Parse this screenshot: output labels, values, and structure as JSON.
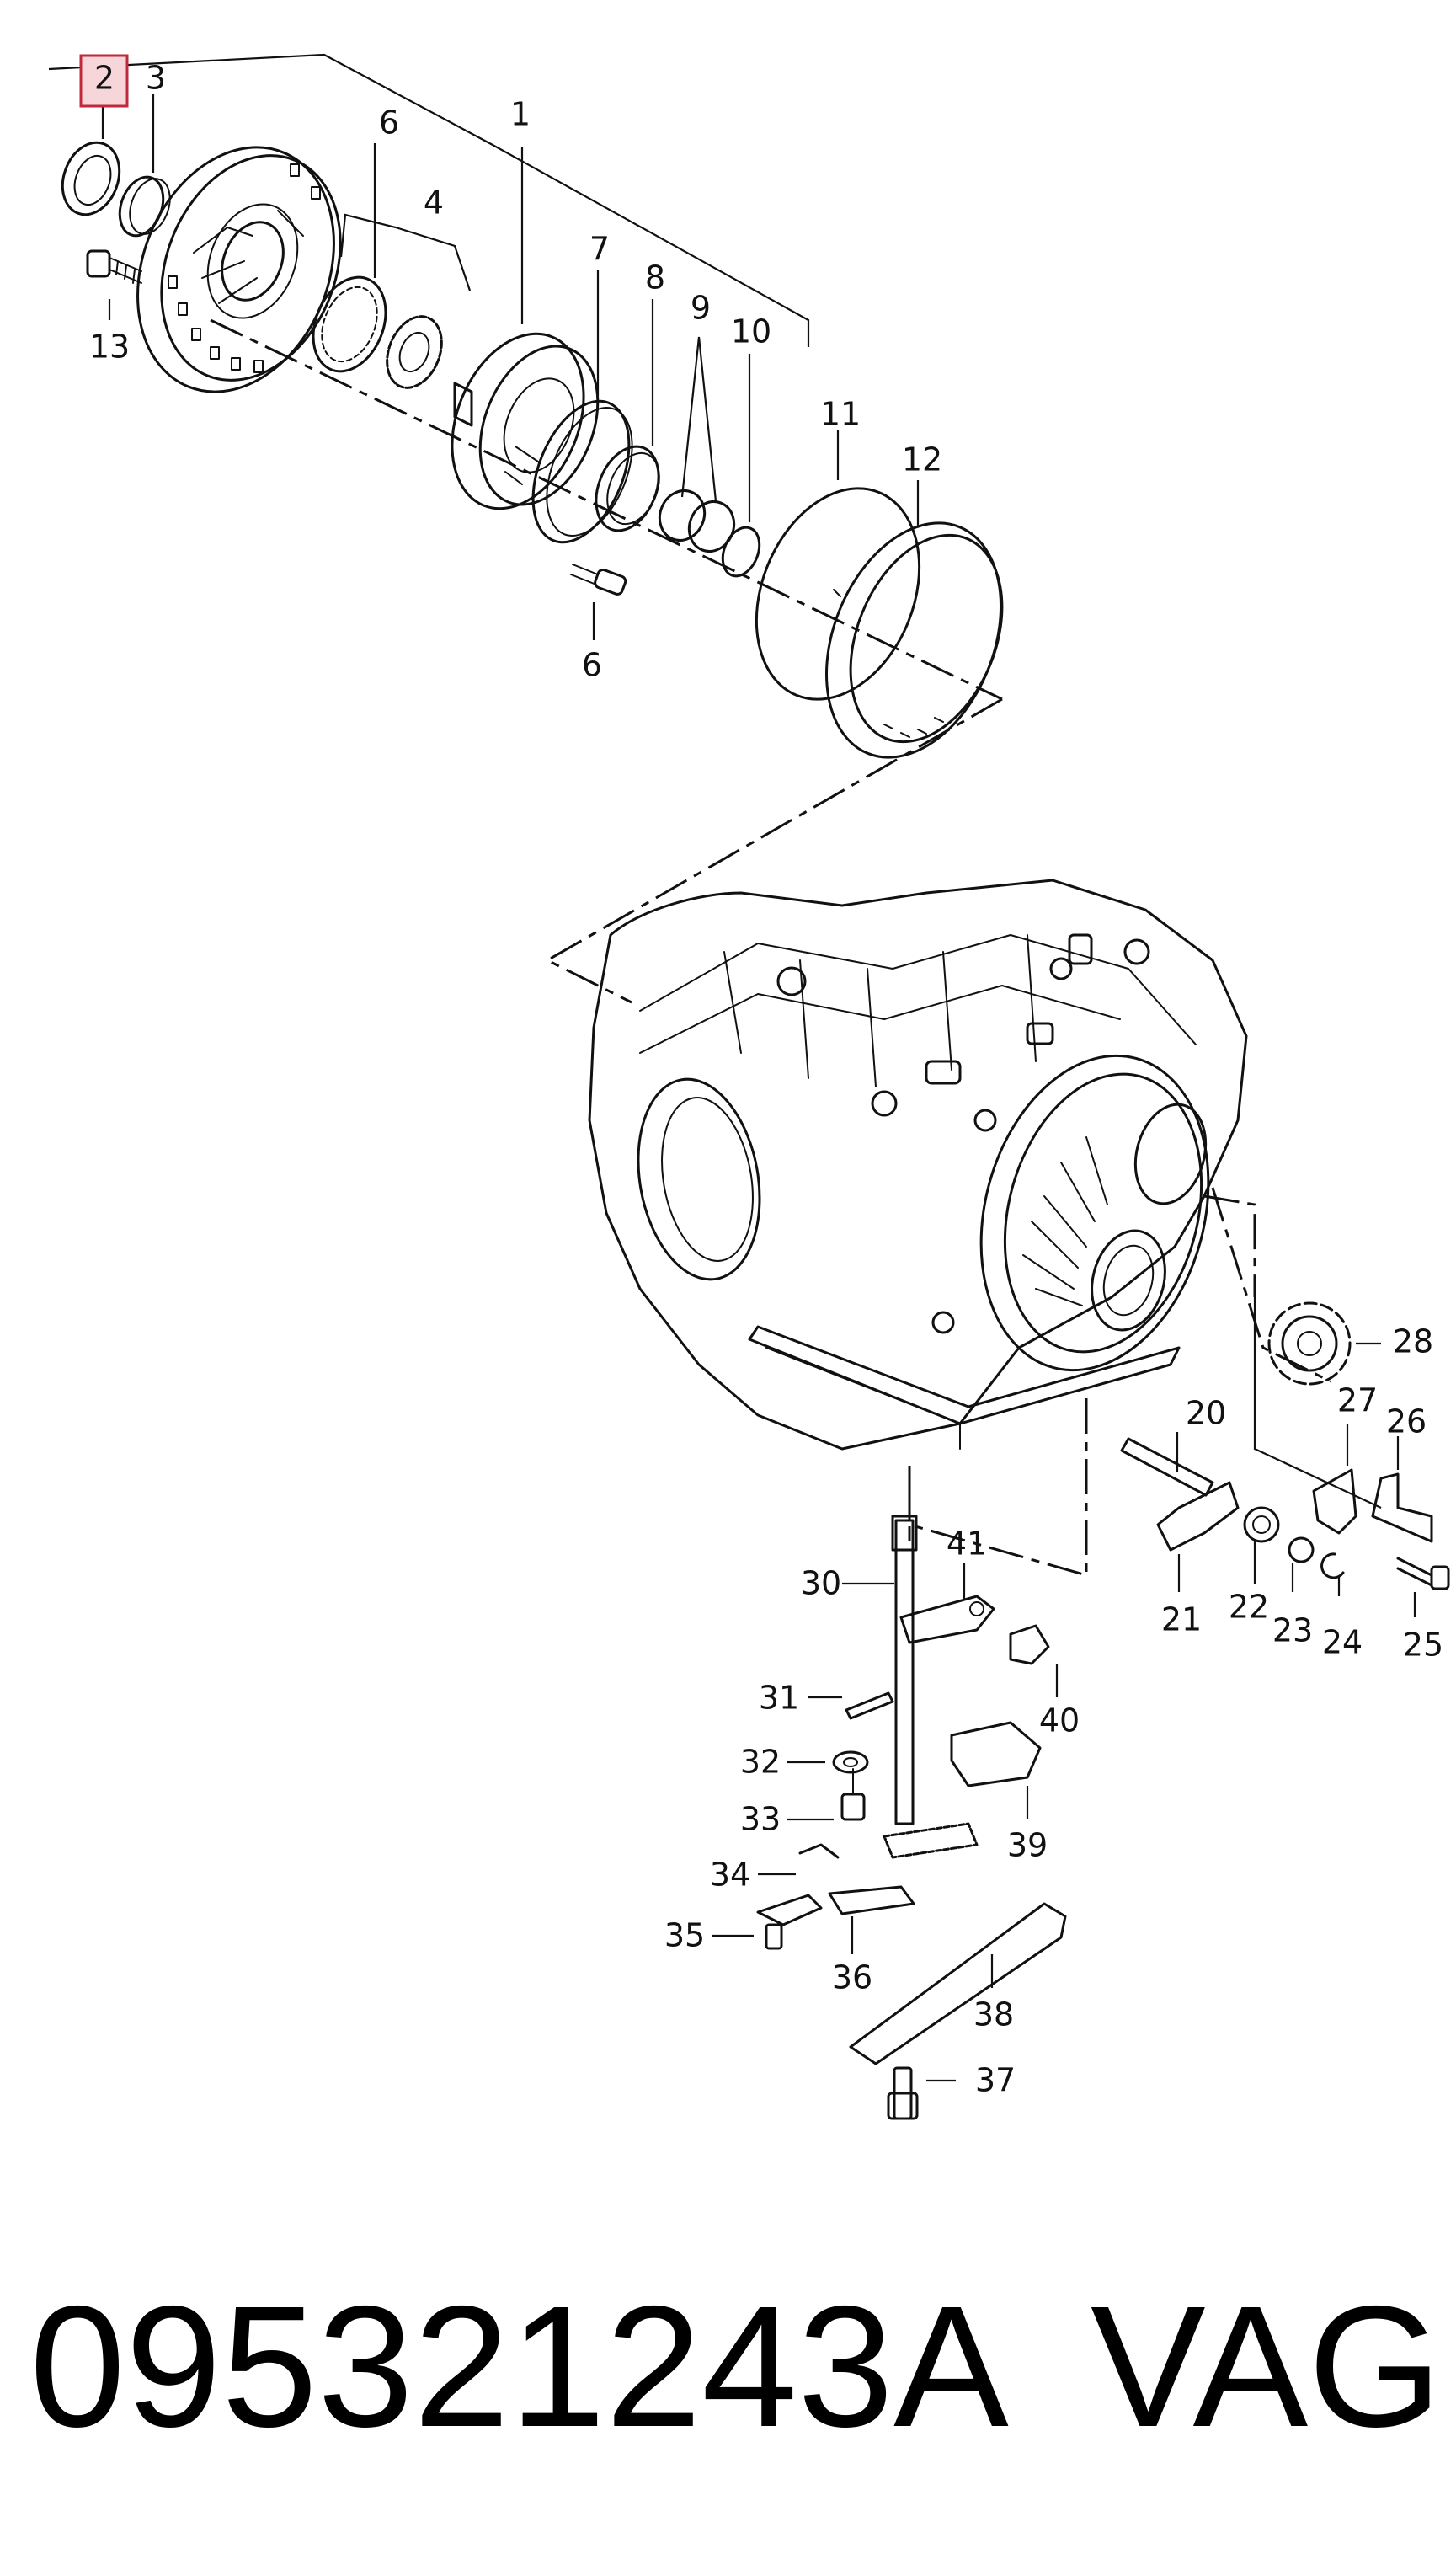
{
  "diagram": {
    "highlighted_label": "2",
    "callouts": [
      {
        "id": "c2",
        "text": "2"
      },
      {
        "id": "c3",
        "text": "3"
      },
      {
        "id": "c6a",
        "text": "6"
      },
      {
        "id": "c1",
        "text": "1"
      },
      {
        "id": "c4",
        "text": "4"
      },
      {
        "id": "c7",
        "text": "7"
      },
      {
        "id": "c8",
        "text": "8"
      },
      {
        "id": "c9",
        "text": "9"
      },
      {
        "id": "c10",
        "text": "10"
      },
      {
        "id": "c13",
        "text": "13"
      },
      {
        "id": "c11",
        "text": "11"
      },
      {
        "id": "c12",
        "text": "12"
      },
      {
        "id": "c6b",
        "text": "6"
      },
      {
        "id": "c28",
        "text": "28"
      },
      {
        "id": "c20",
        "text": "20"
      },
      {
        "id": "c27",
        "text": "27"
      },
      {
        "id": "c26",
        "text": "26"
      },
      {
        "id": "c21",
        "text": "21"
      },
      {
        "id": "c22",
        "text": "22"
      },
      {
        "id": "c23",
        "text": "23"
      },
      {
        "id": "c24",
        "text": "24"
      },
      {
        "id": "c25",
        "text": "25"
      },
      {
        "id": "c30",
        "text": "30"
      },
      {
        "id": "c41",
        "text": "41"
      },
      {
        "id": "c31",
        "text": "31"
      },
      {
        "id": "c40",
        "text": "40"
      },
      {
        "id": "c32",
        "text": "32"
      },
      {
        "id": "c33",
        "text": "33"
      },
      {
        "id": "c39",
        "text": "39"
      },
      {
        "id": "c34",
        "text": "34"
      },
      {
        "id": "c35",
        "text": "35"
      },
      {
        "id": "c36",
        "text": "36"
      },
      {
        "id": "c38",
        "text": "38"
      },
      {
        "id": "c37",
        "text": "37"
      }
    ]
  },
  "footer": {
    "part_number": "095321243A",
    "brand": "VAG"
  }
}
